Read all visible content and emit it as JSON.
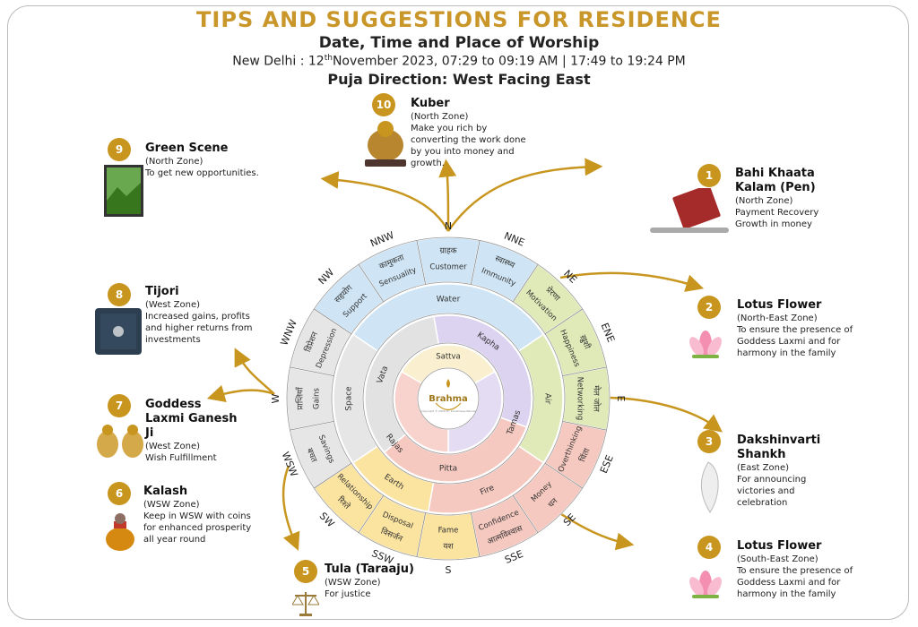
{
  "header": {
    "title": "TIPS AND SUGGESTIONS FOR RESIDENCE",
    "subtitle": "Date, Time and Place of Worship",
    "datetime_prefix": "New Delhi : 12",
    "datetime_sup": "th",
    "datetime_suffix": "November 2023, 07:29 to 09:19 AM | 17:49 to 19:24 PM",
    "direction": "Puja Direction: West Facing East"
  },
  "tips": [
    {
      "num": "1",
      "title": "Bahi Khaata Kalam (Pen)",
      "zone": "(North Zone)",
      "desc": "Payment Recovery Growth in money",
      "icon": "book-pen-icon"
    },
    {
      "num": "2",
      "title": "Lotus Flower",
      "zone": "(North-East Zone)",
      "desc": "To ensure the presence of Goddess Laxmi and for harmony in the family",
      "icon": "lotus-icon"
    },
    {
      "num": "3",
      "title": "Dakshinvarti Shankh",
      "zone": "(East Zone)",
      "desc": "For announcing victories and celebration",
      "icon": "conch-icon"
    },
    {
      "num": "4",
      "title": "Lotus Flower",
      "zone": "(South-East Zone)",
      "desc": "To ensure the presence of Goddess Laxmi and for harmony in the family",
      "icon": "lotus-icon"
    },
    {
      "num": "5",
      "title": "Tula (Taraaju)",
      "zone": "(WSW Zone)",
      "desc": "For justice",
      "icon": "scale-icon"
    },
    {
      "num": "6",
      "title": "Kalash",
      "zone": "(WSW Zone)",
      "desc": "Keep in WSW with coins for enhanced prosperity all year round",
      "icon": "kalash-icon"
    },
    {
      "num": "7",
      "title": "Goddess Laxmi Ganesh Ji",
      "zone": "(West Zone)",
      "desc": "Wish Fulfillment",
      "icon": "idol-icon"
    },
    {
      "num": "8",
      "title": "Tijori",
      "zone": "(West Zone)",
      "desc": "Increased gains, profits and higher returns from investments",
      "icon": "safe-icon"
    },
    {
      "num": "9",
      "title": "Green Scene",
      "zone": "(North Zone)",
      "desc": "To get new opportunities.",
      "icon": "landscape-icon"
    },
    {
      "num": "10",
      "title": "Kuber",
      "zone": "(North Zone)",
      "desc": "Make you rich by converting the work done by you into money and growth.",
      "icon": "kuber-icon"
    }
  ],
  "wheel": {
    "directions": [
      "N",
      "NNE",
      "NE",
      "ENE",
      "E",
      "ESE",
      "SE",
      "SSE",
      "S",
      "SSW",
      "SW",
      "WSW",
      "W",
      "WNW",
      "NW",
      "NNW"
    ],
    "zones_en": [
      "Customer",
      "Immunity",
      "Motivation",
      "Happiness",
      "Networking",
      "Overthinking",
      "Money",
      "Confidence",
      "Fame",
      "Disposal",
      "Relationship",
      "Savings",
      "Gains",
      "Depression",
      "Support",
      "Sensuality"
    ],
    "zones_hi": [
      "ग्राहक",
      "स्वास्थ्य",
      "प्रेरणा",
      "ख़ुशी",
      "मेल जोल",
      "चिंता",
      "धन",
      "आत्मविश्वास",
      "यश",
      "विसर्जन",
      "रिश्ते",
      "बचत",
      "प्राप्तियाँ",
      "डिप्रेशन",
      "सहयोग",
      "कामुकता"
    ],
    "elements": [
      "Water",
      "Air",
      "Fire",
      "Earth",
      "Space"
    ],
    "doshas": [
      "Kapha",
      "Tamas",
      "Pitta",
      "Rajas",
      "Vata",
      "Sattva"
    ],
    "center": "Brahma",
    "copyright": "Copyright © 2020 Dr. Khushdeep Bansal"
  },
  "colors": {
    "gold": "#c8961e",
    "water": "#cfe5f5",
    "air": "#dfeab8",
    "fire": "#f6c9c0",
    "earth": "#fbe3a0",
    "space": "#e6e6e6"
  }
}
